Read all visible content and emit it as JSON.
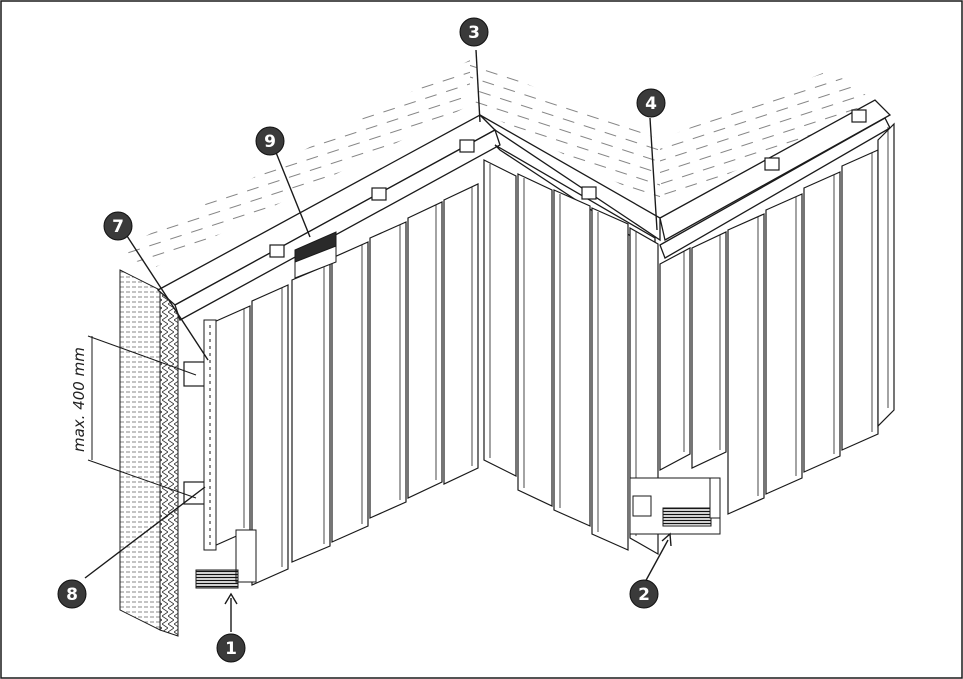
{
  "diagram": {
    "dimension_label": "max. 400 mm",
    "callouts": [
      {
        "id": "1",
        "label": "1"
      },
      {
        "id": "2",
        "label": "2"
      },
      {
        "id": "3",
        "label": "3"
      },
      {
        "id": "4",
        "label": "4"
      },
      {
        "id": "7",
        "label": "7"
      },
      {
        "id": "8",
        "label": "8"
      },
      {
        "id": "9",
        "label": "9"
      }
    ]
  },
  "colors": {
    "line": "#1a1a1a",
    "callout_fill": "#3a3a3a",
    "hatch": "#555555",
    "panel": "#ffffff"
  }
}
